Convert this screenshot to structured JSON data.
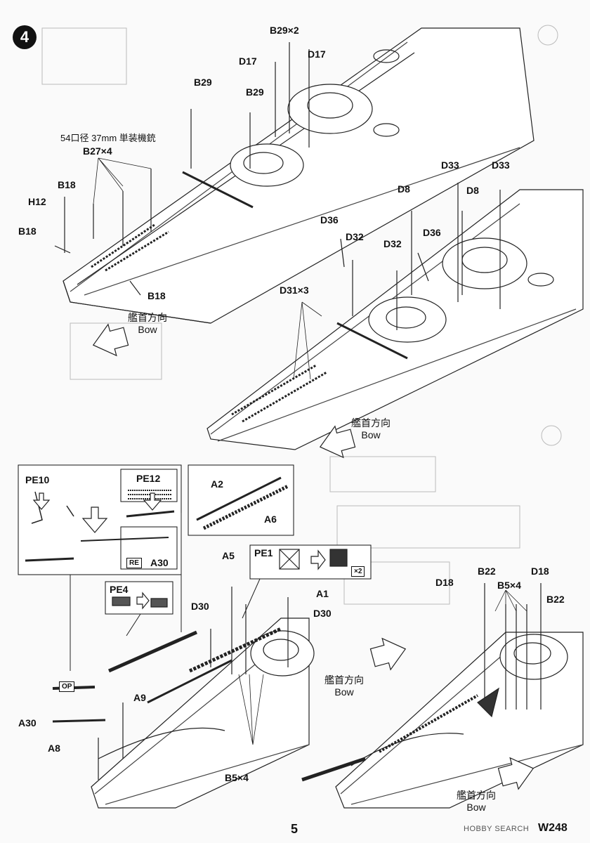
{
  "step": {
    "number": "4"
  },
  "labels": {
    "b29x2": "B29×2",
    "d17a": "D17",
    "d17b": "D17",
    "b29a": "B29",
    "b29b": "B29",
    "gun_note": "54口径 37mm 単装機銃",
    "b27x4": "B27×4",
    "b18a": "B18",
    "h12": "H12",
    "b18b": "B18",
    "b18c": "B18",
    "d33a": "D33",
    "d33b": "D33",
    "d8a": "D8",
    "d8b": "D8",
    "d36a": "D36",
    "d32a": "D32",
    "d32b": "D32",
    "d36b": "D36",
    "d31x3": "D31×3",
    "pe10": "PE10",
    "pe12": "PE12",
    "re": "RE",
    "a30a": "A30",
    "a2": "A2",
    "a6": "A6",
    "pe1": "PE1",
    "x2": "×2",
    "a5": "A5",
    "a1": "A1",
    "pe4": "PE4",
    "d30a": "D30",
    "d30b": "D30",
    "a9": "A9",
    "op": "OP",
    "a30b": "A30",
    "a8": "A8",
    "b5x4a": "B5×4",
    "b22a": "B22",
    "d18a": "D18",
    "b5x4b": "B5×4",
    "d18b": "D18",
    "b22b": "B22"
  },
  "bow": [
    {
      "jp": "艦首方向",
      "en": "Bow"
    },
    {
      "jp": "艦首方向",
      "en": "Bow"
    },
    {
      "jp": "艦首方向",
      "en": "Bow"
    },
    {
      "jp": "艦首方向",
      "en": "Bow"
    }
  ],
  "footer": {
    "page_number": "5",
    "code": "W248",
    "watermark": "HOBBY SEARCH"
  },
  "colors": {
    "ink": "#111111",
    "paper": "#fafafa",
    "hull": "#ffffff"
  }
}
